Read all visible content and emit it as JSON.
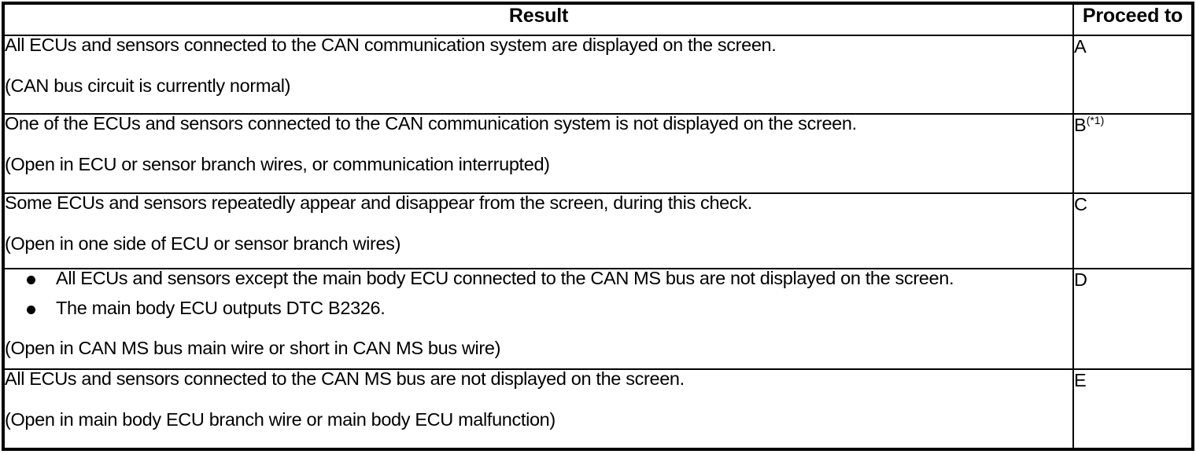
{
  "table": {
    "headers": {
      "result": "Result",
      "proceed": "Proceed to"
    },
    "rows": [
      {
        "primary": "All ECUs and sensors connected to the CAN communication system are displayed on the screen.",
        "note": "(CAN bus circuit is currently normal)",
        "proceed": "A",
        "proceed_sup": ""
      },
      {
        "primary": "One of the ECUs and sensors connected to the CAN communication system is not displayed on the screen.",
        "note": "(Open in ECU or sensor branch wires, or communication interrupted)",
        "proceed": "B",
        "proceed_sup": "(*1)"
      },
      {
        "primary": "Some ECUs and sensors repeatedly appear and disappear from the screen, during this check.",
        "note": "(Open in one side of ECU or sensor branch wires)",
        "proceed": "C",
        "proceed_sup": ""
      },
      {
        "bullets": [
          "All ECUs and sensors except the main body ECU connected to the CAN MS bus are not displayed on the screen.",
          "The main body ECU outputs DTC B2326."
        ],
        "note": "(Open in CAN MS bus main wire or short in CAN MS bus wire)",
        "proceed": "D",
        "proceed_sup": ""
      },
      {
        "primary": "All ECUs and sensors connected to the CAN MS bus are not displayed on the screen.",
        "note": "(Open in main body ECU branch wire or main body ECU malfunction)",
        "proceed": "E",
        "proceed_sup": ""
      }
    ]
  },
  "colors": {
    "border": "#000000",
    "text": "#000000",
    "background": "#ffffff"
  }
}
